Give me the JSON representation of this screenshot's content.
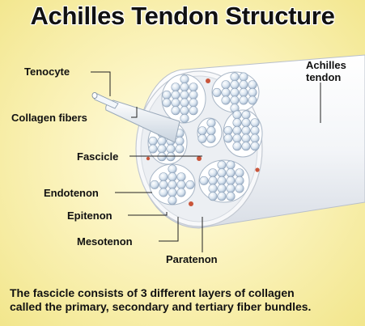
{
  "title": "Achilles Tendon Structure",
  "labels": {
    "tenocyte": "Tenocyte",
    "collagen_fibers": "Collagen fibers",
    "fascicle": "Fascicle",
    "endotenon": "Endotenon",
    "epitenon": "Epitenon",
    "mesotenon": "Mesotenon",
    "paratenon": "Paratenon",
    "achilles_tendon_line1": "Achilles",
    "achilles_tendon_line2": "tendon"
  },
  "caption": {
    "line1": "The fascicle consists of 3 different layers of collagen",
    "line2": "called the primary, secondary and tertiary fiber bundles."
  },
  "colors": {
    "background": "#fbf3bd",
    "tendon": "#f4f6f8",
    "fiber_blue": "#c9d9ea",
    "endotenon": "#c9553a"
  }
}
